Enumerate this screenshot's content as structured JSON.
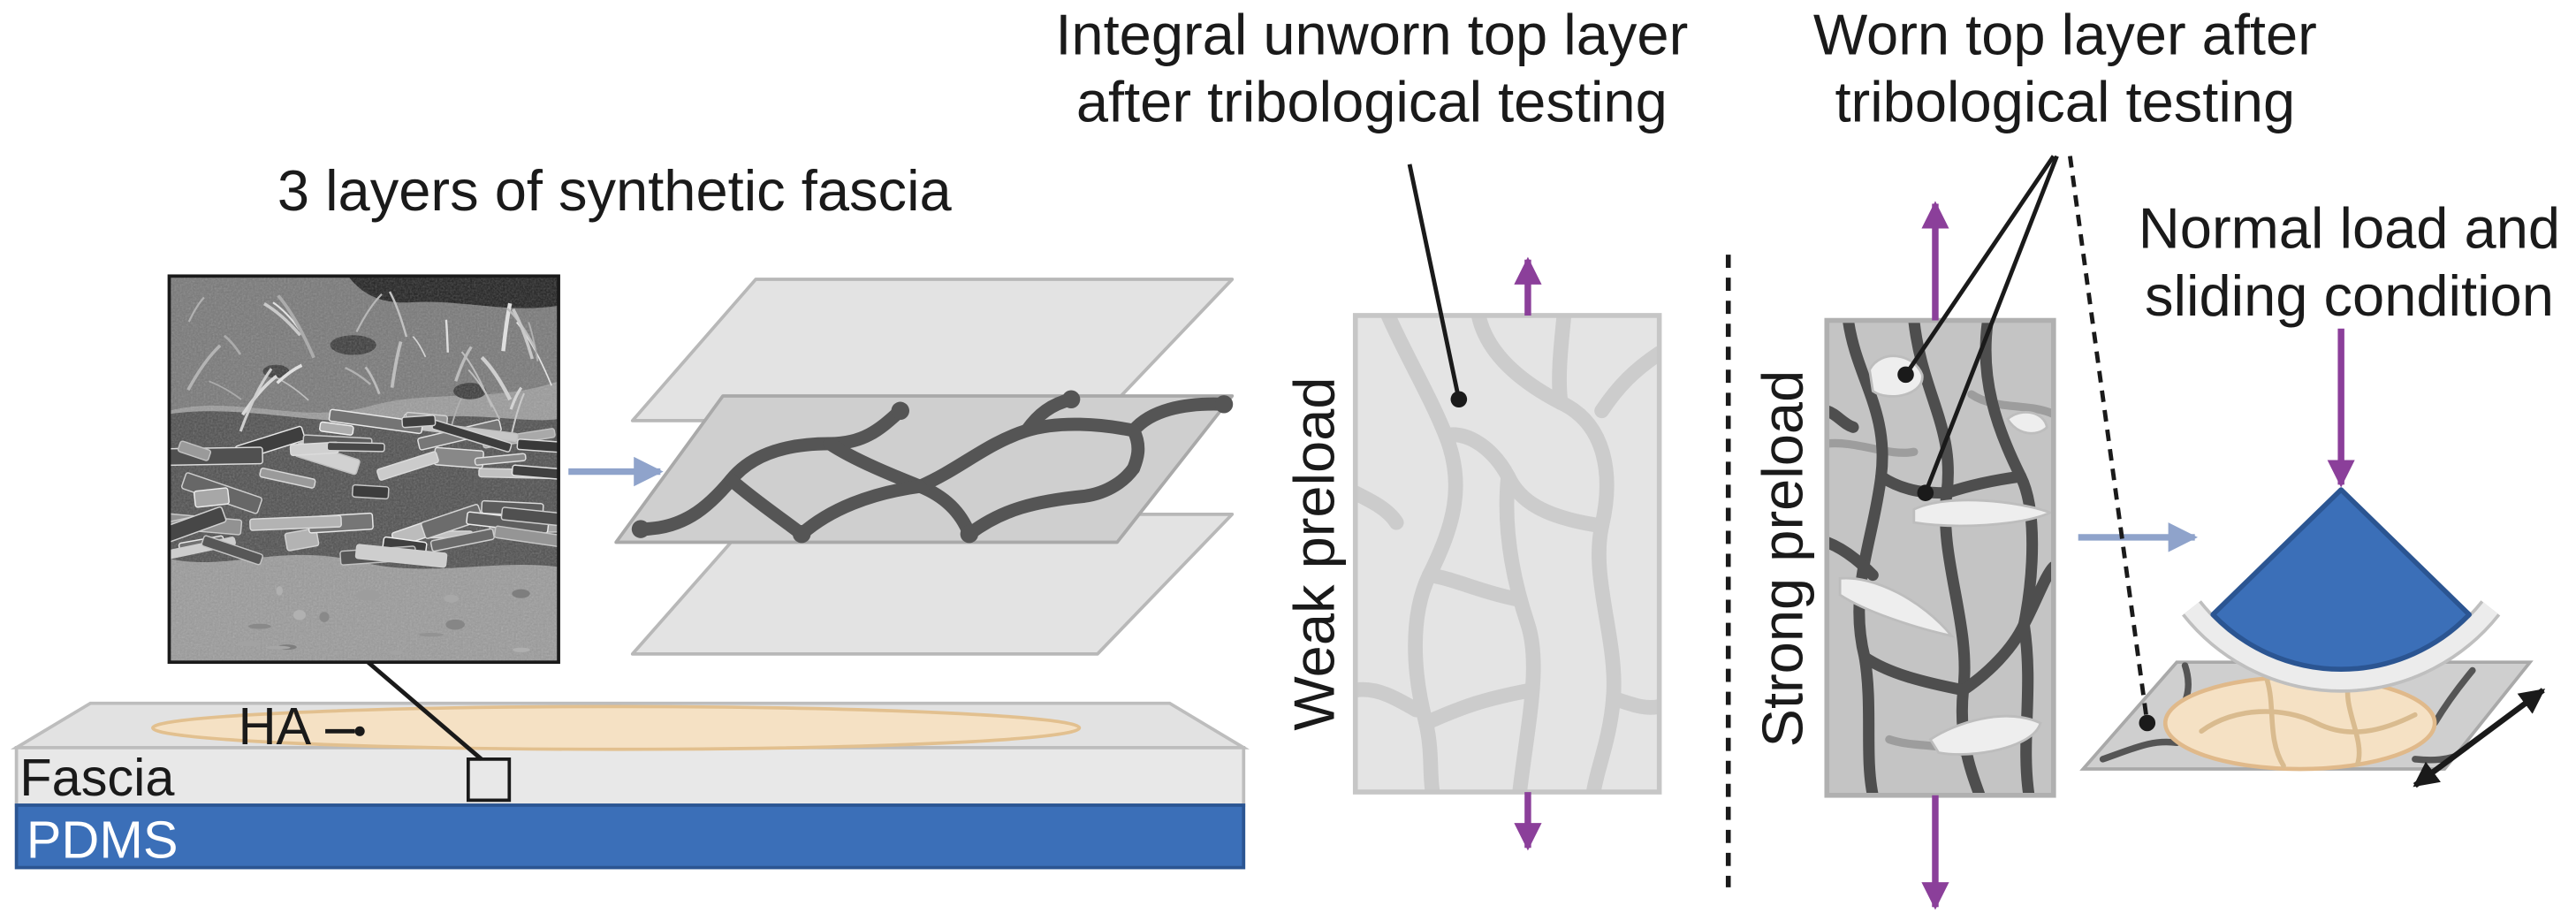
{
  "figure": {
    "unworn_label": {
      "line1": "Integral unworn top layer",
      "line2": "after tribological testing"
    },
    "worn_label": {
      "line1": "Worn top layer after",
      "line2": "tribological testing"
    },
    "layers_label": "3 layers of synthetic fascia",
    "load_label": {
      "line1": "Normal load and",
      "line2": "sliding condition"
    },
    "ha_label": "HA",
    "fascia_label": "Fascia",
    "pdms_label": "PDMS",
    "weak_preload_label": "Weak preload",
    "strong_preload_label": "Strong preload"
  },
  "colors": {
    "pdms": "#3b6fb8",
    "counterface": "#3b6fb8",
    "preload_arrow": "#8b3f9a",
    "flow_arrow": "#8fa3cb",
    "ha": "#f5e1c4",
    "double_arrow": "#1a1a1a"
  }
}
